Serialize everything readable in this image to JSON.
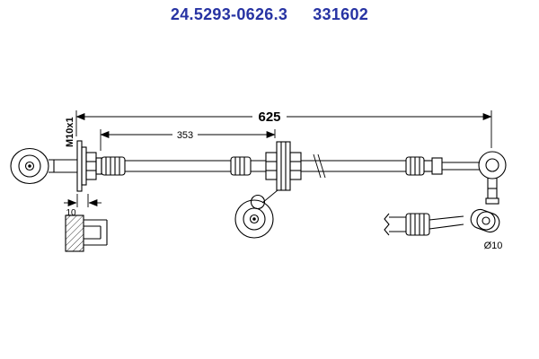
{
  "header": {
    "part_number": "24.5293-0626.3",
    "reference_number": "331602"
  },
  "colors": {
    "brand_blue": "#2733a3",
    "line_color": "#000000",
    "background": "#ffffff"
  },
  "drawing": {
    "type": "technical-diagram",
    "subject": "brake hose",
    "labels": {
      "overall_length": "625",
      "segment_length": "353",
      "thread_spec": "M10x1",
      "bracket_thickness": "10",
      "hose_diameter": "Ø10"
    }
  }
}
